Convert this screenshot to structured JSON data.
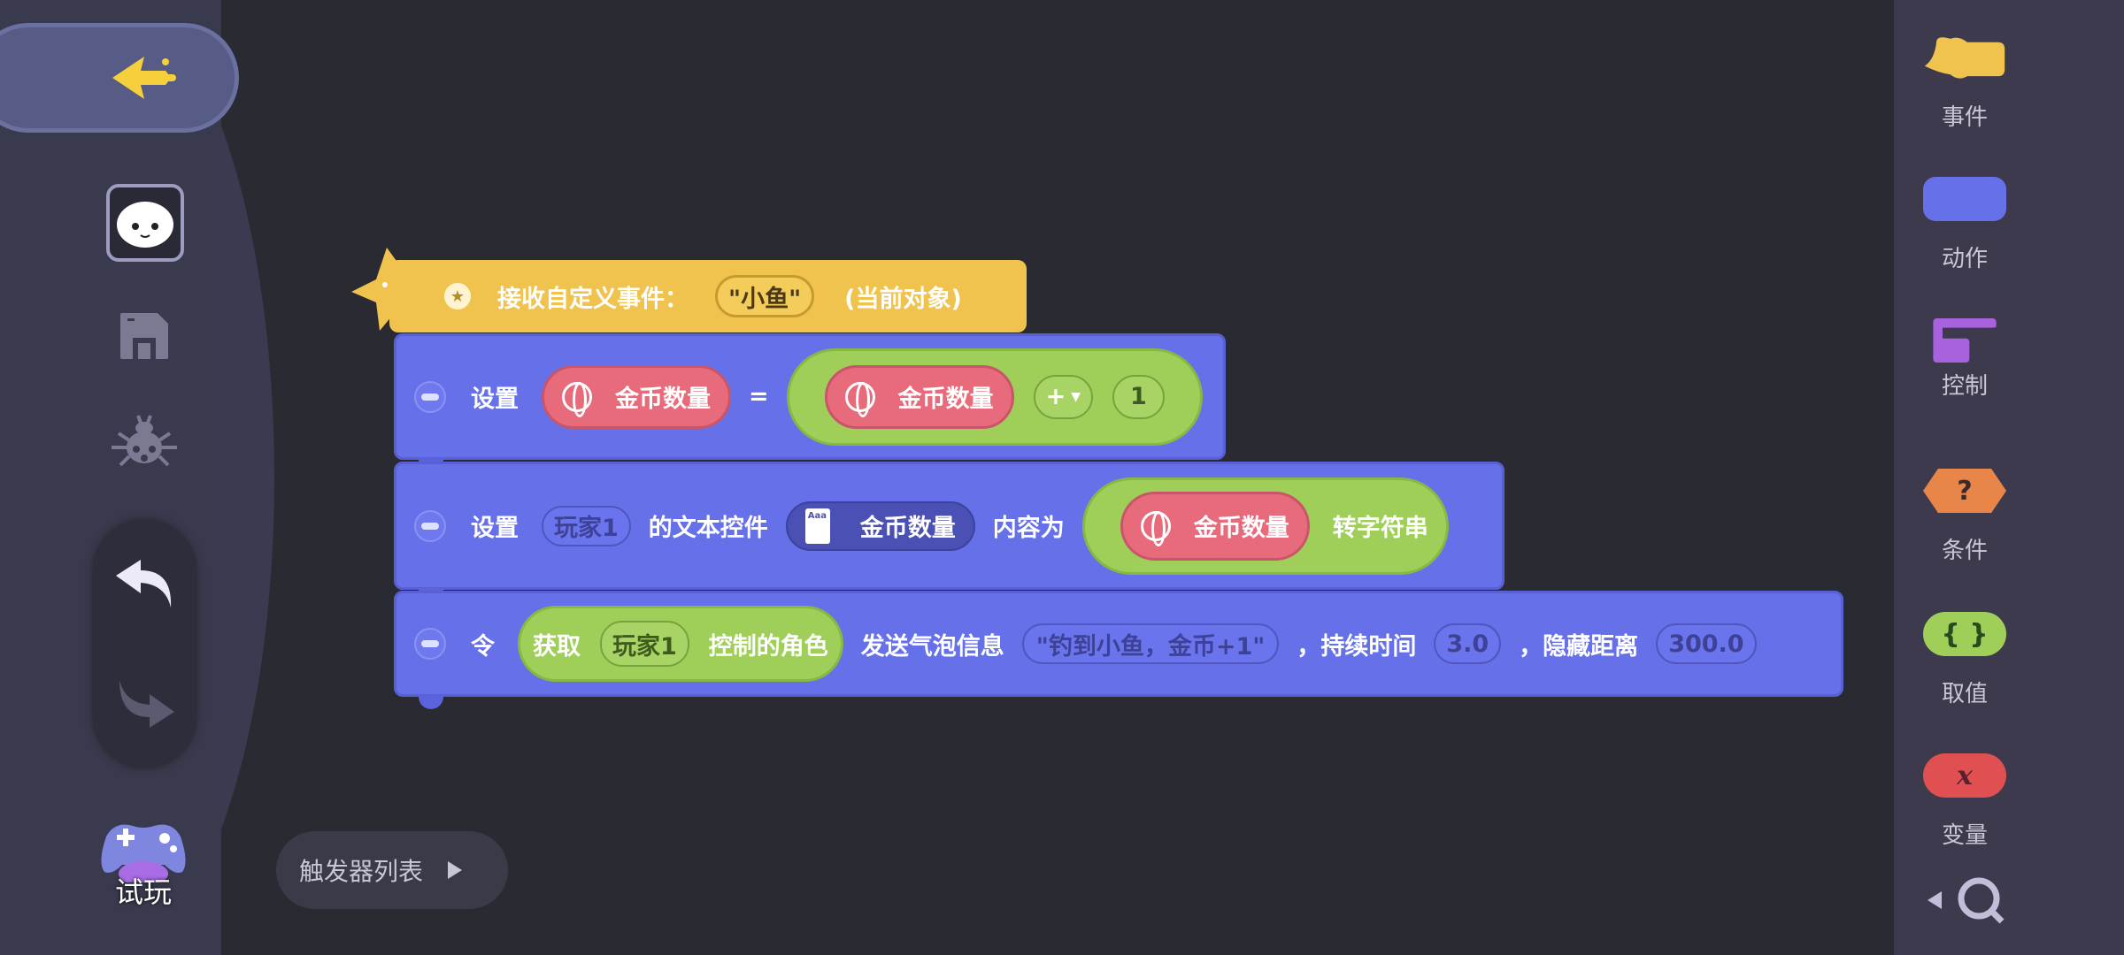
{
  "sidebar": {
    "play_label": "试玩",
    "trigger_list_label": "触发器列表"
  },
  "event_block": {
    "label": "接收自定义事件：",
    "event_name": "\"小鱼\"",
    "scope": "(当前对象)"
  },
  "row1": {
    "set": "设置",
    "var": "金币数量",
    "eq": "=",
    "var2": "金币数量",
    "op": "+",
    "value": "1"
  },
  "row2": {
    "set": "设置",
    "player": "玩家1",
    "text_widget": "的文本控件",
    "widget_name": "金币数量",
    "content": "内容为",
    "var": "金币数量",
    "to_string": "转字符串"
  },
  "row3": {
    "let": "令",
    "get": "获取",
    "player": "玩家1",
    "controlled": "控制的角色",
    "send": "发送气泡信息",
    "message": "\"钓到小鱼，金币+1\"",
    "duration_label": "，持续时间",
    "duration": "3.0",
    "hide_label": "，隐藏距离",
    "hide": "300.0"
  },
  "palette": [
    {
      "label": "事件",
      "color": "#f0c24e"
    },
    {
      "label": "动作",
      "color": "#6670e8"
    },
    {
      "label": "控制",
      "color": "#a862de"
    },
    {
      "label": "条件",
      "color": "#e8864a",
      "glyph": "?"
    },
    {
      "label": "取值",
      "color": "#9fcf58",
      "glyph": "{ }"
    },
    {
      "label": "变量",
      "color": "#e05050",
      "glyph": "x"
    }
  ]
}
